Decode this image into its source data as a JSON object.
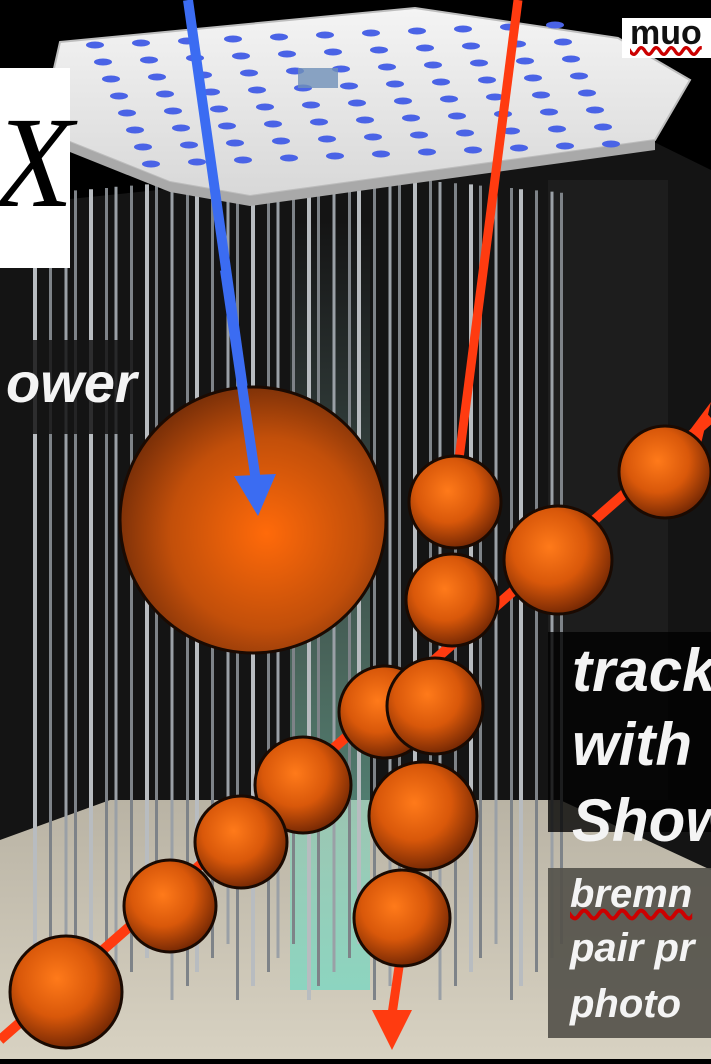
{
  "labels": {
    "top_right": "muo",
    "letter": "X",
    "left": "ower",
    "track_line1": "track",
    "track_line2": "with",
    "track_line3": "Show",
    "sub_line1": "bremn",
    "sub_line2": "pair pr",
    "sub_line3": "photo"
  },
  "colors": {
    "background": "#000000",
    "top_plate": "#ececec",
    "photosensor_dots": "#4a63e6",
    "strings": "#8a8f94",
    "ice_floor": "#cfc9b8",
    "sphere": "#e0600c",
    "red_track": "#ff3b10",
    "blue_track": "#3b6cf2"
  },
  "icons": [
    "blue-neutrino-arrow",
    "red-muon-track",
    "cascade-sphere",
    "hit-sphere",
    "detector-string"
  ]
}
